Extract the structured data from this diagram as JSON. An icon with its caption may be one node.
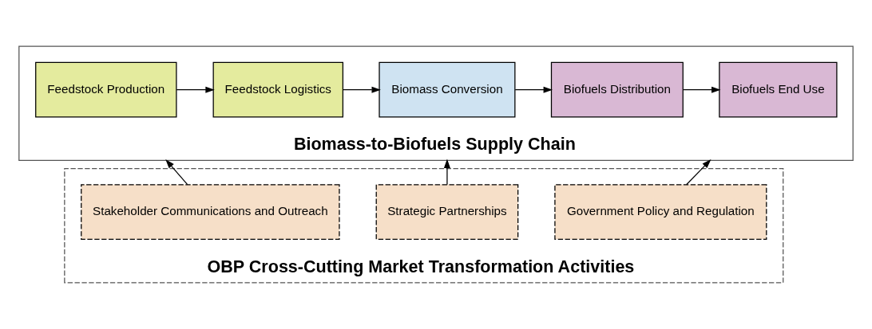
{
  "diagram": {
    "nodes": [
      {
        "text": [
          "Biomass-to-Biofuels Supply Chain"
        ]
      },
      {
        "text": [
          "Feedstock Production"
        ],
        "in": 0
      },
      {
        "text": [
          "Feedstock Logistics"
        ],
        "in": 0
      },
      {
        "text": [
          "Biomass Conversion"
        ],
        "in": 0
      },
      {
        "text": [
          "Biofuels Distribution"
        ],
        "in": 0
      },
      {
        "text": [
          "Biofuels End Use"
        ],
        "in": 0
      },
      {
        "text": [
          "OBP Cross-Cutting Market Transformation Activities"
        ]
      },
      {
        "text": [
          "Stakeholder Communications and Outreach"
        ],
        "in": 6
      },
      {
        "text": [
          "Strategic Partnerships"
        ],
        "in": 6
      },
      {
        "text": [
          "Government Policy and Regulation"
        ],
        "in": 6
      }
    ],
    "edges": [
      {
        "from": 1,
        "to": 2,
        "arrow": "to"
      },
      {
        "from": 2,
        "to": 3,
        "arrow": "to"
      },
      {
        "from": 3,
        "to": 4,
        "arrow": "to"
      },
      {
        "from": 4,
        "to": 5,
        "arrow": "to"
      },
      {
        "from": 7,
        "to": 0,
        "arrow": "to"
      },
      {
        "from": 8,
        "to": 0,
        "arrow": "to"
      },
      {
        "from": 9,
        "to": 0,
        "arrow": "to"
      }
    ]
  }
}
